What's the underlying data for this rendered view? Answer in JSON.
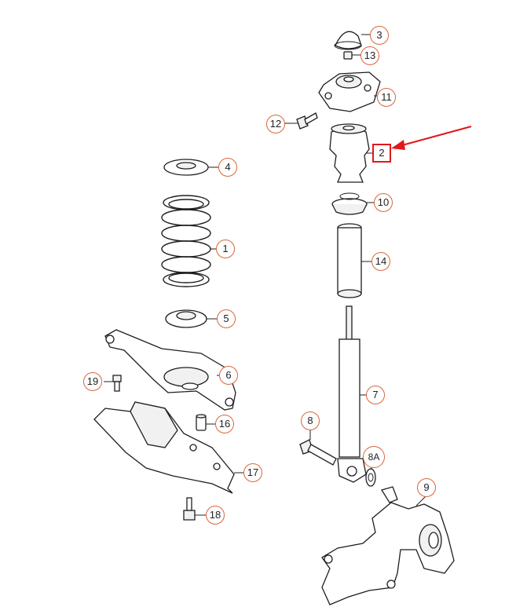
{
  "parts": [
    {
      "id": "callout-3",
      "label": "3"
    },
    {
      "id": "callout-13",
      "label": "13"
    },
    {
      "id": "callout-11",
      "label": "11"
    },
    {
      "id": "callout-12",
      "label": "12"
    },
    {
      "id": "callout-2",
      "label": "2"
    },
    {
      "id": "callout-10",
      "label": "10"
    },
    {
      "id": "callout-14",
      "label": "14"
    },
    {
      "id": "callout-7",
      "label": "7"
    },
    {
      "id": "callout-8",
      "label": "8"
    },
    {
      "id": "callout-8a",
      "label": "8A"
    },
    {
      "id": "callout-9",
      "label": "9"
    },
    {
      "id": "callout-4",
      "label": "4"
    },
    {
      "id": "callout-1",
      "label": "1"
    },
    {
      "id": "callout-5",
      "label": "5"
    },
    {
      "id": "callout-6",
      "label": "6"
    },
    {
      "id": "callout-19",
      "label": "19"
    },
    {
      "id": "callout-16",
      "label": "16"
    },
    {
      "id": "callout-17",
      "label": "17"
    },
    {
      "id": "callout-18",
      "label": "18"
    }
  ],
  "highlight": {
    "part": "2",
    "color": "#e0191b"
  }
}
